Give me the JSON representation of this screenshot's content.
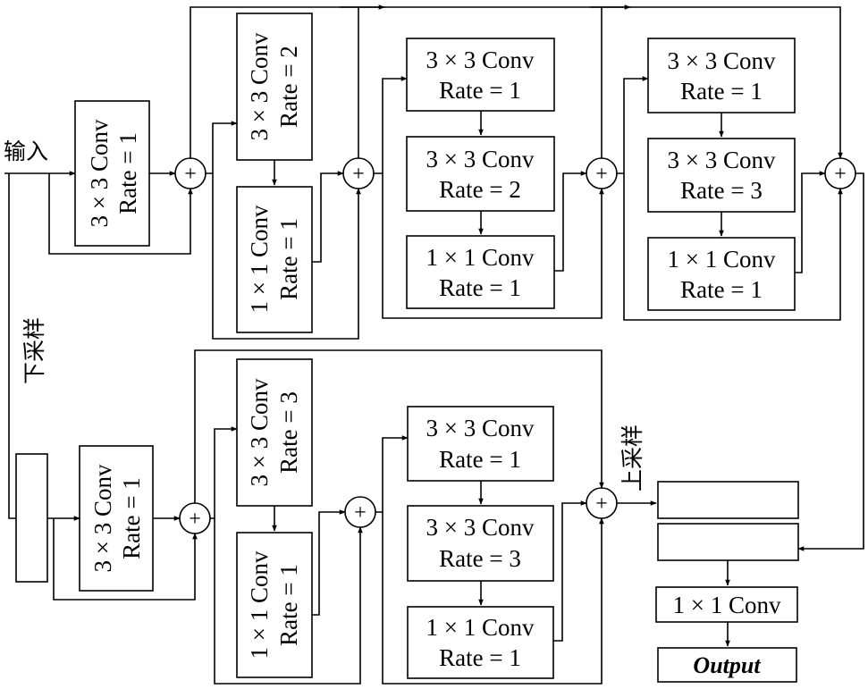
{
  "labels": {
    "input": "输入",
    "downsample": "下采样",
    "upsample": "上采样",
    "plus": "+",
    "output": "Output"
  },
  "top_branch": {
    "b1": {
      "op": "3 × 3 Conv",
      "rate": "Rate = 1"
    },
    "b2a": {
      "op": "3 × 3 Conv",
      "rate": "Rate = 2"
    },
    "b2b": {
      "op": "1 × 1 Conv",
      "rate": "Rate = 1"
    },
    "b3a": {
      "op": "3 × 3 Conv",
      "rate": "Rate = 1"
    },
    "b3b": {
      "op": "3 × 3 Conv",
      "rate": "Rate = 2"
    },
    "b3c": {
      "op": "1 × 1 Conv",
      "rate": "Rate = 1"
    },
    "b4a": {
      "op": "3 × 3 Conv",
      "rate": "Rate = 1"
    },
    "b4b": {
      "op": "3 × 3 Conv",
      "rate": "Rate = 3"
    },
    "b4c": {
      "op": "1 × 1 Conv",
      "rate": "Rate = 1"
    }
  },
  "bottom_branch": {
    "c1": {
      "op": "3 × 3 Conv",
      "rate": "Rate = 1"
    },
    "c2a": {
      "op": "3 × 3 Conv",
      "rate": "Rate = 3"
    },
    "c2b": {
      "op": "1 × 1 Conv",
      "rate": "Rate = 1"
    },
    "c3a": {
      "op": "3 × 3 Conv",
      "rate": "Rate = 1"
    },
    "c3b": {
      "op": "3 × 3 Conv",
      "rate": "Rate = 3"
    },
    "c3c": {
      "op": "1 × 1 Conv",
      "rate": "Rate = 1"
    }
  },
  "head": {
    "final_conv": "1 × 1 Conv"
  }
}
